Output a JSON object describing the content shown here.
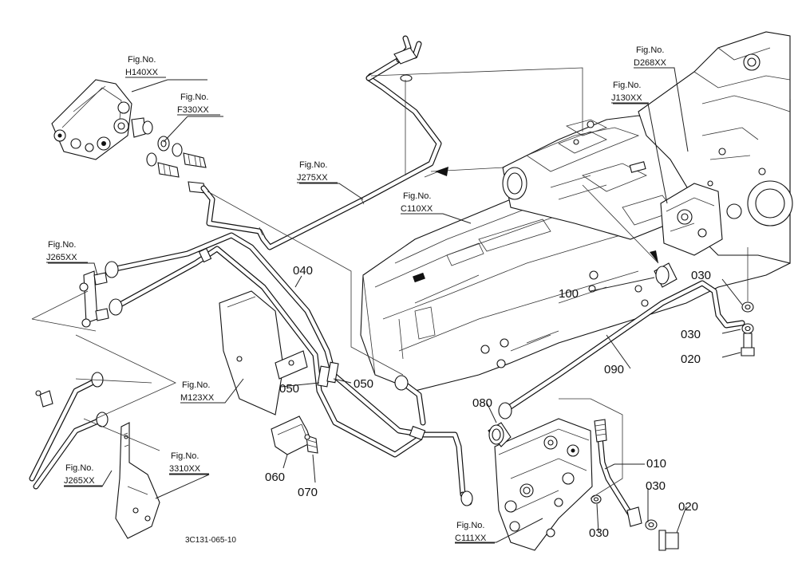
{
  "diagram": {
    "drawing_code": "3C131-065-10",
    "fig_refs": [
      {
        "id": "h140",
        "label": "Fig.No.",
        "code": "H140XX"
      },
      {
        "id": "f330",
        "label": "Fig.No.",
        "code": "F330XX"
      },
      {
        "id": "j275",
        "label": "Fig.No.",
        "code": "J275XX"
      },
      {
        "id": "c110",
        "label": "Fig.No.",
        "code": "C110XX"
      },
      {
        "id": "d268",
        "label": "Fig.No.",
        "code": "D268XX"
      },
      {
        "id": "j130",
        "label": "Fig.No.",
        "code": "J130XX"
      },
      {
        "id": "j265a",
        "label": "Fig.No.",
        "code": "J265XX"
      },
      {
        "id": "j265b",
        "label": "Fig.No.",
        "code": "J265XX"
      },
      {
        "id": "m123",
        "label": "Fig.No.",
        "code": "M123XX"
      },
      {
        "id": "s3310",
        "label": "Fig.No.",
        "code": "3310XX"
      },
      {
        "id": "c111",
        "label": "Fig.No.",
        "code": "C111XX"
      }
    ],
    "part_callouts": [
      {
        "id": "p040",
        "number": "040"
      },
      {
        "id": "p050a",
        "number": "050"
      },
      {
        "id": "p050b",
        "number": "050"
      },
      {
        "id": "p060",
        "number": "060"
      },
      {
        "id": "p070",
        "number": "070"
      },
      {
        "id": "p080",
        "number": "080"
      },
      {
        "id": "p090",
        "number": "090"
      },
      {
        "id": "p100",
        "number": "100"
      },
      {
        "id": "p030a",
        "number": "030"
      },
      {
        "id": "p030b",
        "number": "030"
      },
      {
        "id": "p020a",
        "number": "020"
      },
      {
        "id": "p010",
        "number": "010"
      },
      {
        "id": "p030c",
        "number": "030"
      },
      {
        "id": "p030d",
        "number": "030"
      },
      {
        "id": "p020b",
        "number": "020"
      }
    ]
  }
}
